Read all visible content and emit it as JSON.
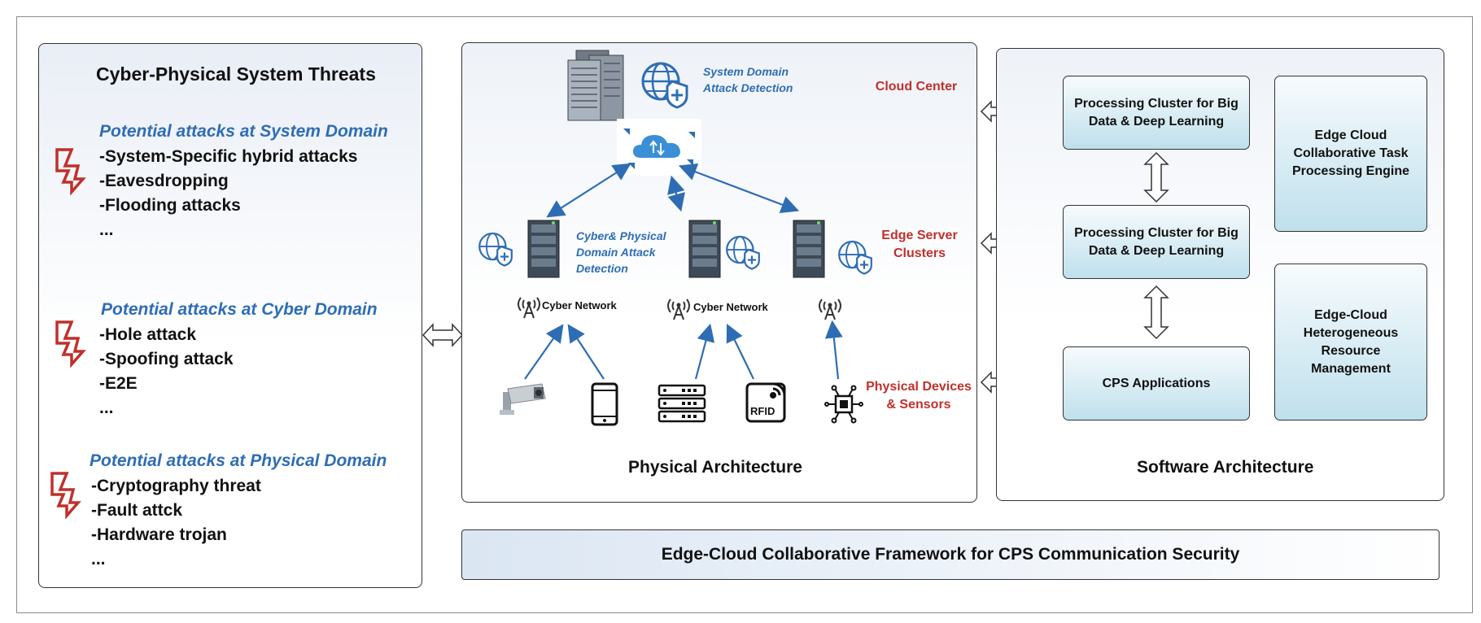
{
  "threats": {
    "title": "Cyber-Physical System Threats",
    "system": {
      "heading": "Potential attacks at  System Domain",
      "items": [
        "-System-Specific hybrid attacks",
        "-Eavesdropping",
        "-Flooding attacks",
        "..."
      ]
    },
    "cyber": {
      "heading": "Potential attacks at Cyber Domain",
      "items": [
        "-Hole attack",
        "-Spoofing attack",
        "-E2E",
        "..."
      ]
    },
    "physical": {
      "heading": "Potential attacks at  Physical Domain",
      "items": [
        "-Cryptography threat",
        "-Fault attck",
        "-Hardware trojan",
        "..."
      ]
    }
  },
  "physical_arch": {
    "title": "Physical Architecture",
    "system_detect": "System Domain Attack Detection",
    "cyber_detect": "Cyber& Physical Domain Attack Detection",
    "cloud_center": "Cloud Center",
    "edge_clusters": "Edge Server Clusters",
    "devices": "Physical Devices & Sensors",
    "cyber_network": "Cyber Network",
    "rfid": "RFID"
  },
  "software_arch": {
    "title": "Software Architecture",
    "cluster_top": "Processing Cluster for Big Data & Deep Learning",
    "cluster_mid": "Processing Cluster for Big Data & Deep Learning",
    "cps_apps": "CPS Applications",
    "task_engine": "Edge Cloud Collaborative Task Processing Engine",
    "resource_mgmt": "Edge-Cloud Heterogeneous Resource Management"
  },
  "banner": "Edge-Cloud Collaborative Framework for CPS Communication Security",
  "colors": {
    "blue": "#2e6db4",
    "red": "#c0302b",
    "box_fill": "#bfe0ec",
    "arrow_blue": "#2e6db4"
  }
}
